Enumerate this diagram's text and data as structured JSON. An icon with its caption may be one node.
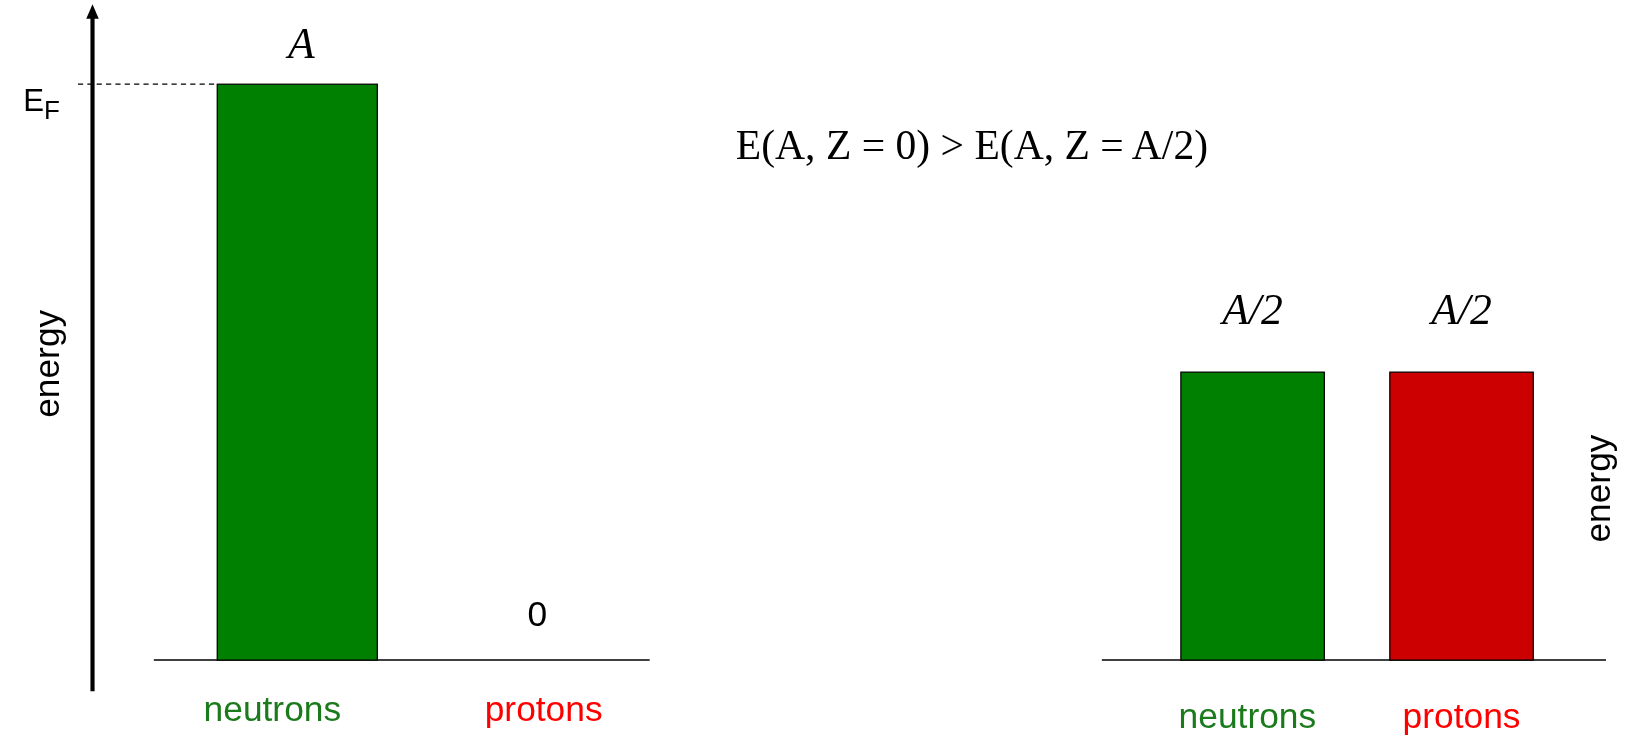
{
  "diagram": {
    "nodes": [
      {
        "text": [],
        "shape": "bar"
      },
      {
        "text": [],
        "shape": "bar"
      },
      {
        "text": [],
        "shape": "bar"
      }
    ],
    "labels": [
      "A",
      "E$_{F}$",
      "E(A, Z = 0) > E(A, Z = A/2)",
      "energy",
      "A/2",
      "A/2",
      "energy",
      "0",
      "neutrons",
      "protons",
      "neutrons",
      "protons"
    ]
  }
}
